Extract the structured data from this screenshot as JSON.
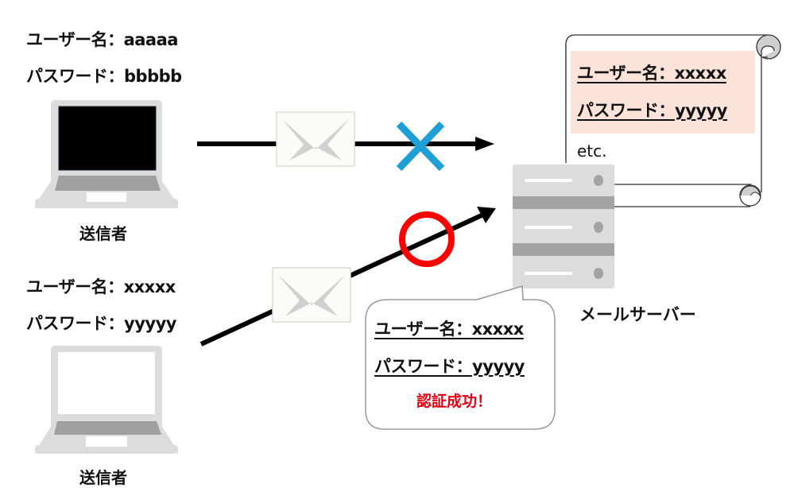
{
  "sender_blocked": {
    "username_label": "ユーザー名：aaaaa",
    "password_label": "パスワード：bbbbb",
    "caption": "送信者",
    "result_icon": "cross-icon",
    "result_color": "#1ea0d7"
  },
  "sender_authorized": {
    "username_label": "ユーザー名：xxxxx",
    "password_label": "パスワード：yyyyy",
    "caption": "送信者",
    "result_icon": "circle-ok-icon",
    "result_color": "#ff0000"
  },
  "server": {
    "caption": "メールサーバー",
    "icon": "server-icon"
  },
  "credential_scroll": {
    "username": "ユーザー名：xxxxx",
    "password": "パスワード：yyyyy",
    "more": "etc.",
    "highlight_color": "#fbe3d9"
  },
  "auth_bubble": {
    "username": "ユーザー名：xxxxx",
    "password": "パスワード：yyyyy",
    "result": "認証成功！",
    "result_color": "#e60012"
  },
  "icons": {
    "mail": "envelope-icon",
    "laptop": "laptop-icon"
  }
}
